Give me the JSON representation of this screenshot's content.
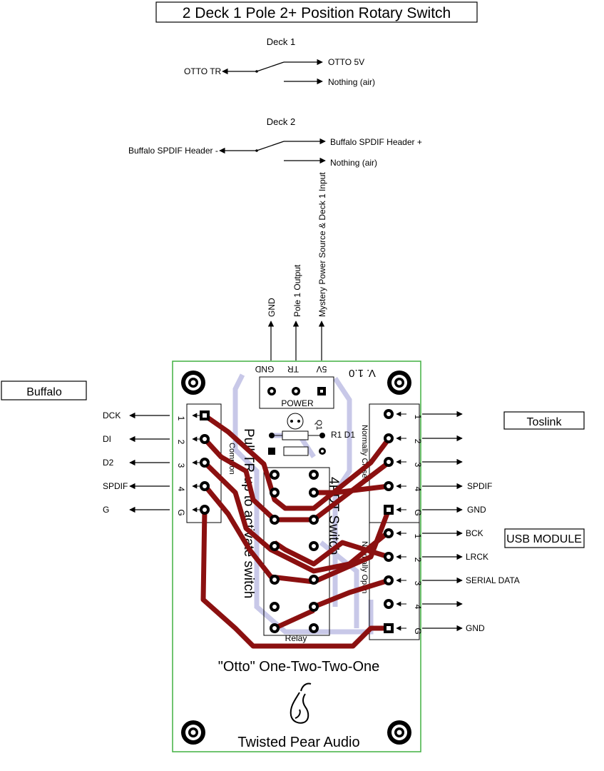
{
  "title": "2 Deck 1 Pole 2+ Position Rotary Switch",
  "deck1": {
    "label": "Deck 1",
    "common": "OTTO TR",
    "pos1": "OTTO 5V",
    "pos2": "Nothing (air)"
  },
  "deck2": {
    "label": "Deck 2",
    "common": "Buffalo SPDIF Header -",
    "pos1": "Buffalo SPDIF Header +",
    "pos2": "Nothing (air)"
  },
  "power_wires": {
    "gnd": "GND",
    "pole1": "Pole 1 Output",
    "mystery": "Mystery Power Source & Deck 1 Input"
  },
  "board": {
    "version": "V. 1.0",
    "power_pins": [
      "GND",
      "TR",
      "5V"
    ],
    "power_label": "POWER",
    "q1": "Q1",
    "r1d1": "R1 D1",
    "common_label": "Common",
    "nc_label": "Normally Closed",
    "no_label": "Normally Open",
    "pull_label": "Pull TR up to activate switch",
    "switch_label": "4PDT Switch",
    "relay_label": "Relay",
    "name": "\"Otto\" One-Two-Two-One",
    "maker": "Twisted Pear Audio",
    "left_pins": [
      "1",
      "2",
      "3",
      "4",
      "G"
    ],
    "right_pins": [
      "1",
      "2",
      "3",
      "4",
      "G"
    ],
    "right_pins2": [
      "1",
      "2",
      "3",
      "4",
      "G"
    ]
  },
  "left_box": "Buffalo",
  "left_signals": [
    "DCK",
    "DI",
    "D2",
    "SPDIF",
    "G"
  ],
  "right_box1": "Toslink",
  "right_signals1": [
    "",
    "",
    "",
    "SPDIF",
    "GND"
  ],
  "right_box2": "USB MODULE",
  "right_signals2": [
    "BCK",
    "LRCK",
    "SERIAL DATA",
    "",
    "GND"
  ],
  "colors": {
    "trace": "#8b1010",
    "trace_back": "#c8c8e8",
    "board_border": "#40b040"
  }
}
